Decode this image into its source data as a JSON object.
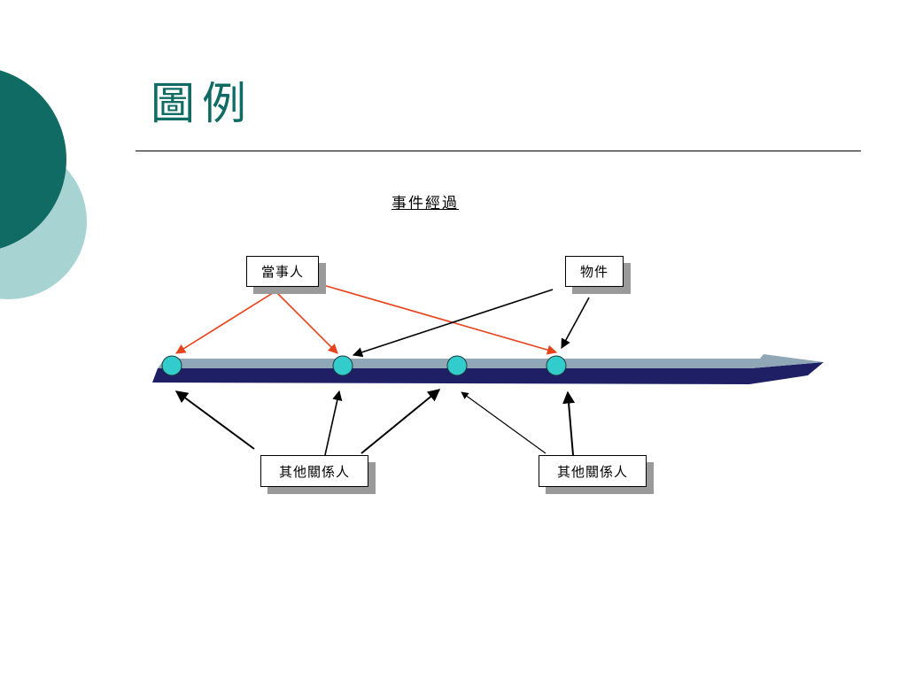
{
  "slide": {
    "title": "圖例",
    "heading": "事件經過"
  },
  "labels": {
    "principal": "當事人",
    "object": "物件",
    "related_left": "其他關係人",
    "related_right": "其他關係人"
  },
  "colors": {
    "teal_dark": "#0f6b63",
    "teal_light": "#a8d3d3",
    "arrow_dark": "#1f1f66",
    "arrow_light": "#8fa7b6",
    "node_fill": "#33cccc",
    "red_line": "#e8421a",
    "shadow": "#9a9a9a"
  }
}
